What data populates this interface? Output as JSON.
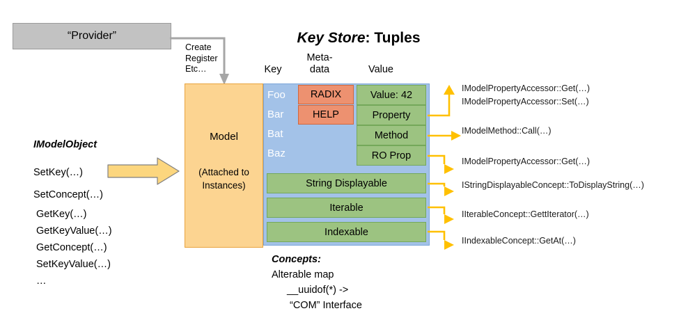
{
  "provider": {
    "label": "“Provider”"
  },
  "connector": {
    "create_label": "Create\nRegister\nEtc…"
  },
  "title": {
    "emphasis": "Key Store",
    "rest": ": Tuples"
  },
  "columns": {
    "key": "Key",
    "metadata": "Meta-\ndata",
    "value": "Value"
  },
  "model": {
    "label": "Model",
    "sublabel": "(Attached to\nInstances)"
  },
  "keys": [
    "Foo",
    "Bar",
    "Bat",
    "Baz"
  ],
  "metadata": [
    "RADIX",
    "HELP"
  ],
  "values": [
    "Value: 42",
    "Property",
    "Method",
    "RO Prop"
  ],
  "concept_rows": [
    "String Displayable",
    "Iterable",
    "Indexable"
  ],
  "imodelobject": {
    "title": "IModelObject",
    "group_a": [
      "SetKey(…)",
      "SetConcept(…)"
    ],
    "group_b": [
      "GetKey(…)",
      "GetKeyValue(…)",
      "GetConcept(…)",
      "SetKeyValue(…)",
      "…"
    ]
  },
  "concepts": {
    "title": "Concepts:",
    "line1": "Alterable map",
    "line2": "__uuidof(*) ->",
    "line3": "“COM” Interface"
  },
  "annotations": [
    "IModelPropertyAccessor::Get(…)",
    "IModelPropertyAccessor::Set(…)",
    "IModelMethod::Call(…)",
    "IModelPropertyAccessor::Get(…)",
    "IStringDisplayableConcept::ToDisplayString(…)",
    "IIterableConcept::GettIterator(…)",
    "IIndexableConcept::GetAt(…)"
  ],
  "colors": {
    "provider_fill": "#c2c2c2",
    "provider_stroke": "#9a9a9a",
    "model_fill": "#fcd491",
    "model_stroke": "#e8a33d",
    "blue_fill": "#a3c2e8",
    "blue_stroke": "#7aa5d8",
    "meta_fill": "#ed9170",
    "meta_stroke": "#d2663c",
    "green_fill": "#9cc381",
    "green_stroke": "#74a85a",
    "arrow_yellow": "#ffc000",
    "connector_gray": "#a6a6a6"
  }
}
